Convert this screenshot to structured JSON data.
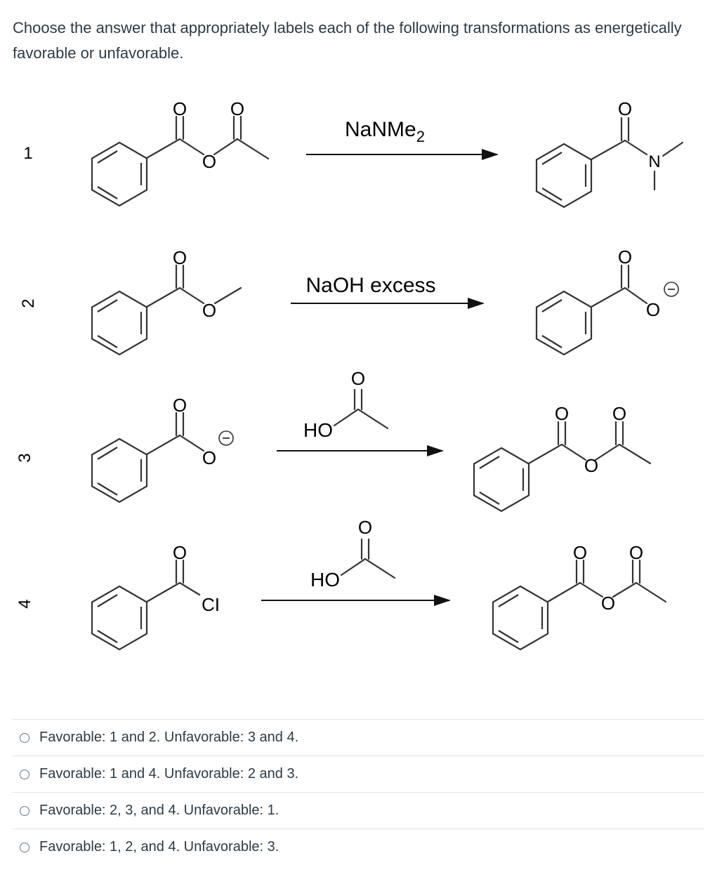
{
  "question": {
    "prompt": "Choose the answer that appropriately labels each of the following transformations as energetically favorable or unfavorable."
  },
  "reactions": [
    {
      "number": "1",
      "reagent": "NaNMe",
      "reagent_subscript": "2"
    },
    {
      "number": "2",
      "reagent": "NaOH excess"
    },
    {
      "number": "3",
      "reagent": "HO"
    },
    {
      "number": "4",
      "reagent": "HO"
    }
  ],
  "atoms": {
    "oxygen": "O",
    "nitrogen": "N",
    "chlorine": "CI",
    "negative_charge": "−"
  },
  "answers": [
    {
      "label": "Favorable: 1 and 2. Unfavorable: 3 and 4."
    },
    {
      "label": "Favorable: 1 and 4. Unfavorable: 2 and 3."
    },
    {
      "label": "Favorable: 2, 3, and 4. Unfavorable: 1."
    },
    {
      "label": "Favorable: 1, 2, and 4. Unfavorable: 3."
    }
  ]
}
